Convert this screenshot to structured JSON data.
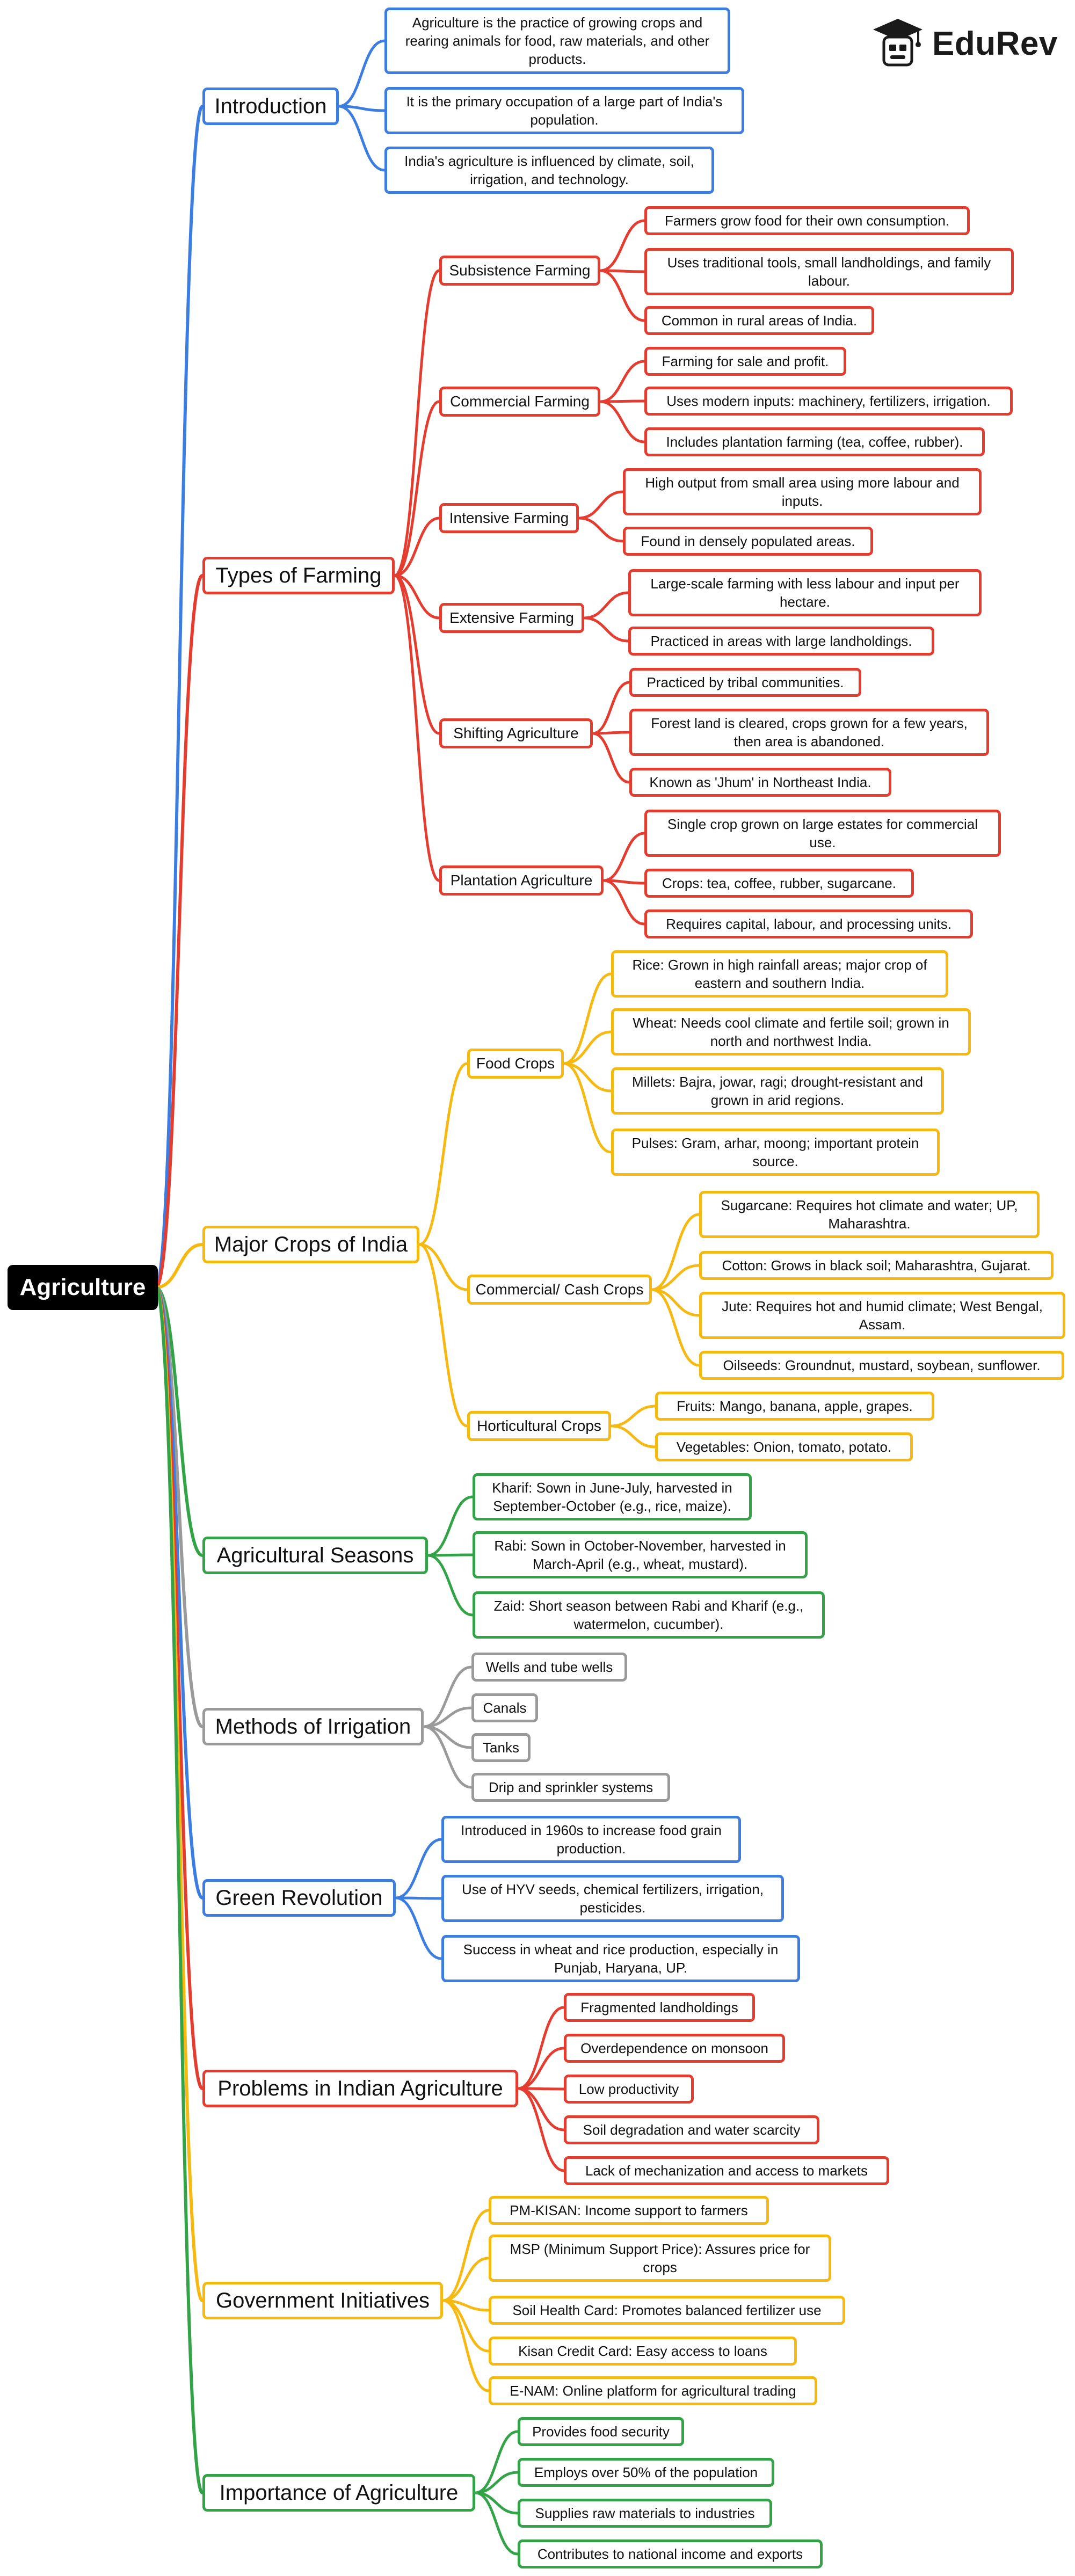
{
  "logo": {
    "text": "EduRev",
    "icon": "graduation-cap-mascot-icon"
  },
  "colors": {
    "blue": "#3b7de0",
    "red": "#e43d30",
    "yellow": "#f5b912",
    "green": "#33a348",
    "gray": "#9a9a9a",
    "root_bg": "#000000"
  },
  "root": "Agriculture",
  "branches": [
    {
      "label": "Introduction",
      "color": "#3b7de0",
      "children": [
        {
          "label": "Agriculture is the practice of growing crops and rearing animals for food, raw materials, and other products."
        },
        {
          "label": "It is the primary occupation of a large part of India's population."
        },
        {
          "label": "India's agriculture is influenced by climate, soil, irrigation, and technology."
        }
      ]
    },
    {
      "label": "Types of Farming",
      "color": "#e43d30",
      "children": [
        {
          "label": "Subsistence Farming",
          "children": [
            {
              "label": "Farmers grow food for their own consumption."
            },
            {
              "label": "Uses traditional tools, small landholdings, and family labour."
            },
            {
              "label": "Common in rural areas of India."
            }
          ]
        },
        {
          "label": "Commercial Farming",
          "children": [
            {
              "label": "Farming for sale and profit."
            },
            {
              "label": "Uses modern inputs: machinery, fertilizers, irrigation."
            },
            {
              "label": "Includes plantation farming (tea, coffee, rubber)."
            }
          ]
        },
        {
          "label": "Intensive Farming",
          "children": [
            {
              "label": "High output from small area using more labour and inputs."
            },
            {
              "label": "Found in densely populated areas."
            }
          ]
        },
        {
          "label": "Extensive Farming",
          "children": [
            {
              "label": "Large-scale farming with less labour and input per hectare."
            },
            {
              "label": "Practiced in areas with large landholdings."
            }
          ]
        },
        {
          "label": "Shifting Agriculture",
          "children": [
            {
              "label": "Practiced by tribal communities."
            },
            {
              "label": "Forest land is cleared, crops grown for a few years, then area is abandoned."
            },
            {
              "label": "Known as 'Jhum' in Northeast India."
            }
          ]
        },
        {
          "label": "Plantation Agriculture",
          "children": [
            {
              "label": "Single crop grown on large estates for commercial use."
            },
            {
              "label": "Crops: tea, coffee, rubber, sugarcane."
            },
            {
              "label": "Requires capital, labour, and processing units."
            }
          ]
        }
      ]
    },
    {
      "label": "Major Crops of India",
      "color": "#f5b912",
      "children": [
        {
          "label": "Food Crops",
          "children": [
            {
              "label": "Rice: Grown in high rainfall areas; major crop of eastern and southern India."
            },
            {
              "label": "Wheat: Needs cool climate and fertile soil; grown in north and northwest India."
            },
            {
              "label": "Millets: Bajra, jowar, ragi; drought-resistant and grown in arid regions."
            },
            {
              "label": "Pulses: Gram, arhar, moong; important protein source."
            }
          ]
        },
        {
          "label": "Commercial/ Cash Crops",
          "children": [
            {
              "label": "Sugarcane: Requires hot climate and water; UP, Maharashtra."
            },
            {
              "label": "Cotton: Grows in black soil; Maharashtra, Gujarat."
            },
            {
              "label": "Jute: Requires hot and humid climate; West Bengal, Assam."
            },
            {
              "label": "Oilseeds: Groundnut, mustard, soybean, sunflower."
            }
          ]
        },
        {
          "label": "Horticultural Crops",
          "children": [
            {
              "label": "Fruits: Mango, banana, apple, grapes."
            },
            {
              "label": "Vegetables: Onion, tomato, potato."
            }
          ]
        }
      ]
    },
    {
      "label": "Agricultural Seasons",
      "color": "#33a348",
      "children": [
        {
          "label": "Kharif: Sown in June-July, harvested in September-October (e.g., rice, maize)."
        },
        {
          "label": "Rabi: Sown in October-November, harvested in March-April (e.g., wheat, mustard)."
        },
        {
          "label": "Zaid: Short season between Rabi and Kharif (e.g., watermelon, cucumber)."
        }
      ]
    },
    {
      "label": "Methods of Irrigation",
      "color": "#9a9a9a",
      "children": [
        {
          "label": "Wells and tube wells"
        },
        {
          "label": "Canals"
        },
        {
          "label": "Tanks"
        },
        {
          "label": "Drip and sprinkler systems"
        }
      ]
    },
    {
      "label": "Green Revolution",
      "color": "#3b7de0",
      "children": [
        {
          "label": "Introduced in 1960s to increase food grain production."
        },
        {
          "label": "Use of HYV seeds, chemical fertilizers, irrigation, pesticides."
        },
        {
          "label": "Success in wheat and rice production, especially in Punjab, Haryana, UP."
        }
      ]
    },
    {
      "label": "Problems in Indian Agriculture",
      "color": "#e43d30",
      "children": [
        {
          "label": "Fragmented landholdings"
        },
        {
          "label": "Overdependence on monsoon"
        },
        {
          "label": "Low productivity"
        },
        {
          "label": "Soil degradation and water scarcity"
        },
        {
          "label": "Lack of mechanization and access to markets"
        }
      ]
    },
    {
      "label": "Government Initiatives",
      "color": "#f5b912",
      "children": [
        {
          "label": "PM-KISAN: Income support to farmers"
        },
        {
          "label": "MSP (Minimum Support Price): Assures price for crops"
        },
        {
          "label": "Soil Health Card: Promotes balanced fertilizer use"
        },
        {
          "label": "Kisan Credit Card: Easy access to loans"
        },
        {
          "label": "E-NAM: Online platform for agricultural trading"
        }
      ]
    },
    {
      "label": "Importance of Agriculture",
      "color": "#33a348",
      "children": [
        {
          "label": "Provides food security"
        },
        {
          "label": "Employs over 50% of the population"
        },
        {
          "label": "Supplies raw materials to industries"
        },
        {
          "label": "Contributes to national income and exports"
        }
      ]
    }
  ]
}
